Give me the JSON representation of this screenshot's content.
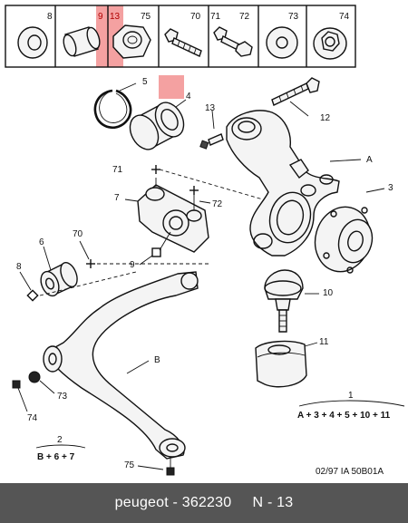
{
  "header_parts": [
    {
      "label": "8",
      "icon": "washer-bushing-icon"
    },
    {
      "label": "",
      "icon": "cylinder-bushing-icon",
      "split": [
        "9",
        "13"
      ]
    },
    {
      "label": "75",
      "icon": "hex-nut-icon"
    },
    {
      "label": "70",
      "icon": "flange-bolt-icon"
    },
    {
      "label": "71",
      "label2": "72",
      "icon": "bolt-nut-icon"
    },
    {
      "label": "73",
      "icon": "flat-washer-icon"
    },
    {
      "label": "74",
      "icon": "lock-nut-icon"
    }
  ],
  "callouts": {
    "c5": "5",
    "c4": "4",
    "c13": "13",
    "c12": "12",
    "cA": "A",
    "c3": "3",
    "c71": "71",
    "c7": "7",
    "c72": "72",
    "c6": "6",
    "c70": "70",
    "c8": "8",
    "c9": "9",
    "c10": "10",
    "c11": "11",
    "cB": "B",
    "c73": "73",
    "c74": "74",
    "c75": "75",
    "c1": "1",
    "c2": "2"
  },
  "formulas": {
    "f1": "A + 3 + 4 + 5 + 10 + 11",
    "f2": "B + 6 + 7"
  },
  "reference": "02/97  IA 50B01A",
  "footer": {
    "brand": "peugeot",
    "sep1": " - ",
    "part_number": "362230",
    "sep2": "     N - ",
    "position": "13"
  },
  "highlight_color": "#f4a1a1"
}
